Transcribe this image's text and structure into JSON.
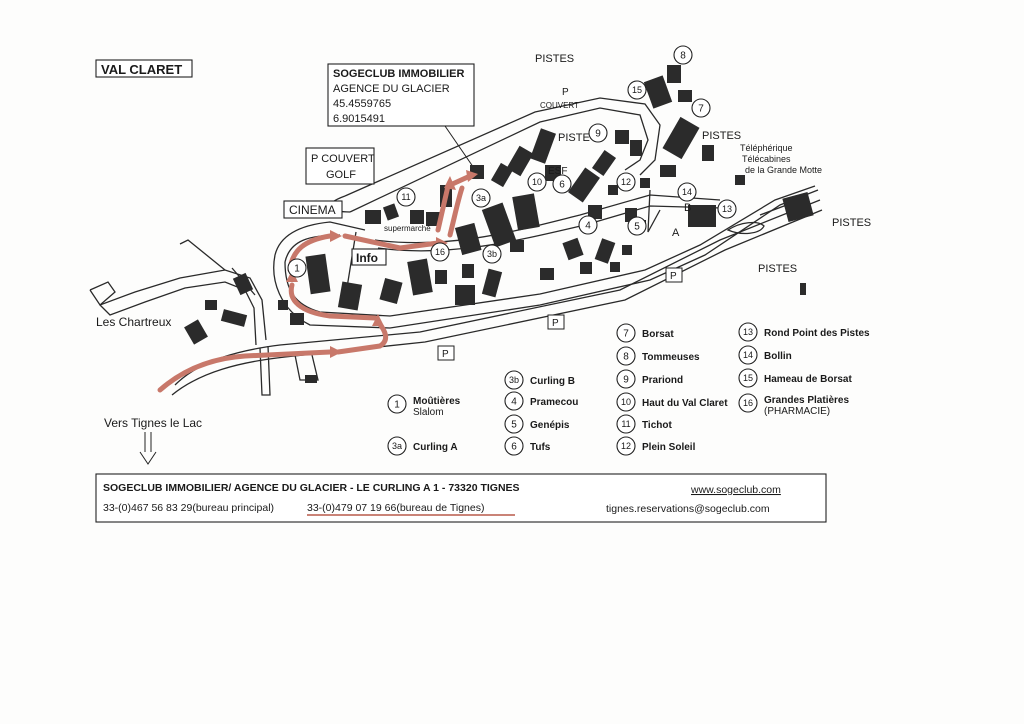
{
  "title": "VAL CLARET",
  "agency_box": {
    "name": "SOGECLUB IMMOBILIER",
    "agency": "AGENCE DU GLACIER",
    "coord1": "45.4559765",
    "coord2": "6.9015491"
  },
  "labels": {
    "pistes_top": "PISTES",
    "pistes_right_1": "PISTES",
    "pistes_right_2": "PISTES",
    "pistes_right_3": "PISTES",
    "p_couvert_top_p": "P",
    "p_couvert_top": "COUVERT",
    "p_couvert_golf_1": "P COUVERT",
    "p_couvert_golf_2": "GOLF",
    "cinema": "CINEMA",
    "supermarche": "supermarché",
    "info": "Info",
    "piste": "PISTE",
    "esf": "ESF",
    "les_chartreux": "Les Chartreux",
    "vers_tignes": "Vers Tignes le Lac",
    "teleph_1": "Téléphérique",
    "teleph_2": "Télécabines",
    "teleph_3": "de la Grande Motte",
    "letter_a": "A",
    "letter_b": "B",
    "parking": "P"
  },
  "markers": [
    "1",
    "3a",
    "3b",
    "4",
    "5",
    "6",
    "7",
    "8",
    "9",
    "10",
    "11",
    "12",
    "13",
    "14",
    "15",
    "16"
  ],
  "legend": [
    {
      "num": "1",
      "name": "Moûtières",
      "sub": "Slalom"
    },
    {
      "num": "3a",
      "name": "Curling A",
      "sub": ""
    },
    {
      "num": "3b",
      "name": "Curling B",
      "sub": ""
    },
    {
      "num": "4",
      "name": "Pramecou",
      "sub": ""
    },
    {
      "num": "5",
      "name": "Genépis",
      "sub": ""
    },
    {
      "num": "6",
      "name": "Tufs",
      "sub": ""
    },
    {
      "num": "7",
      "name": "Borsat",
      "sub": ""
    },
    {
      "num": "8",
      "name": "Tommeuses",
      "sub": ""
    },
    {
      "num": "9",
      "name": "Prariond",
      "sub": ""
    },
    {
      "num": "10",
      "name": "Haut du Val Claret",
      "sub": ""
    },
    {
      "num": "11",
      "name": "Tichot",
      "sub": ""
    },
    {
      "num": "12",
      "name": "Plein Soleil",
      "sub": ""
    },
    {
      "num": "13",
      "name": "Rond Point des Pistes",
      "sub": ""
    },
    {
      "num": "14",
      "name": "Bollin",
      "sub": ""
    },
    {
      "num": "15",
      "name": "Hameau de Borsat",
      "sub": ""
    },
    {
      "num": "16",
      "name": "Grandes Platières",
      "sub": "(PHARMACIE)"
    }
  ],
  "footer": {
    "line1": "SOGECLUB IMMOBILIER/ AGENCE DU GLACIER - LE CURLING A 1  - 73320 TIGNES",
    "phone_main": "33-(0)467 56 83 29(bureau principal)",
    "phone_tignes": "33-(0)479 07 19 66(bureau de Tignes)",
    "website": "www.sogeclub.com",
    "email": "tignes.reservations@sogeclub.com"
  },
  "colors": {
    "route": "#c8786a",
    "ink": "#1a1a1a",
    "paper": "#fdfdfc"
  }
}
